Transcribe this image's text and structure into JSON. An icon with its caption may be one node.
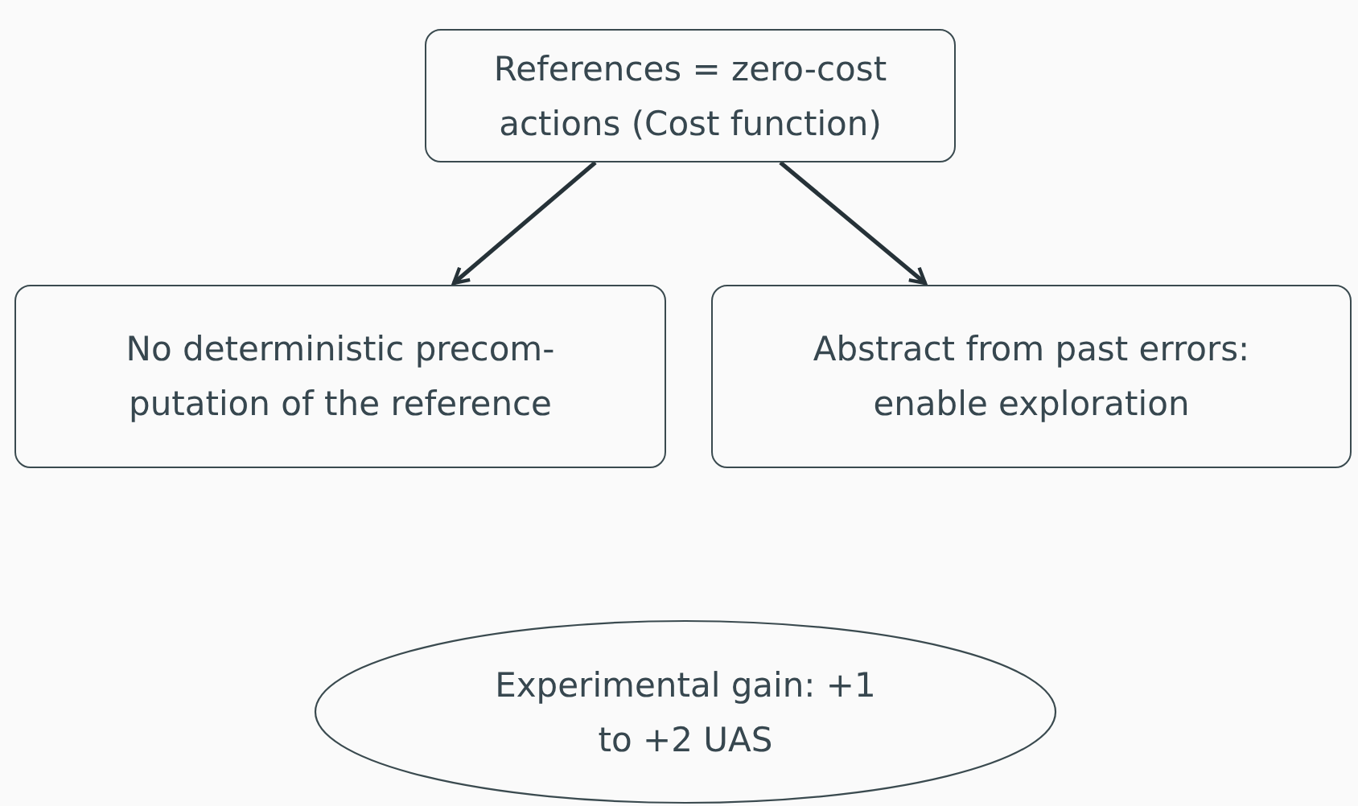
{
  "diagram": {
    "nodes": [
      {
        "text": [
          "References = zero-cost actions (Cost function)"
        ]
      },
      {
        "text": [
          "No deterministic precom- putation of the reference"
        ]
      },
      {
        "text": [
          "Abstract from past errors: enable exploration"
        ]
      },
      {
        "text": [
          "Experimental gain: +1 to +2 UAS"
        ]
      }
    ],
    "edges": [
      {
        "from": 0,
        "to": 1,
        "arrow": "to"
      },
      {
        "from": 0,
        "to": 2,
        "arrow": "to"
      }
    ]
  }
}
